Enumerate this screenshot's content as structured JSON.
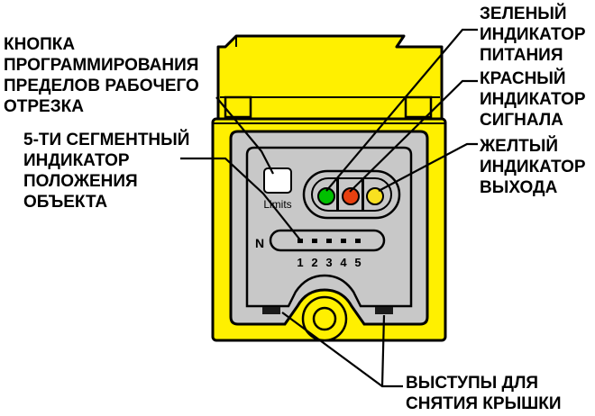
{
  "callouts": {
    "program_button": [
      "КНОПКА",
      "ПРОГРАММИРОВАНИЯ",
      "ПРЕДЕЛОВ РАБОЧЕГО",
      "ОТРЕЗКА"
    ],
    "segment_indicator": [
      "5-ТИ СЕГМЕНТНЫЙ",
      "ИНДИКАТОР",
      "ПОЛОЖЕНИЯ",
      "ОБЪЕКТА"
    ],
    "green_led": [
      "ЗЕЛЕНЫЙ",
      "ИНДИКАТОР",
      "ПИТАНИЯ"
    ],
    "red_led": [
      "КРАСНЫЙ",
      "ИНДИКАТОР",
      "СИГНАЛА"
    ],
    "yellow_led": [
      "ЖЕЛТЫЙ",
      "ИНДИКАТОР",
      "ВЫХОДА"
    ],
    "tabs": [
      "ВЫСТУПЫ ДЛЯ",
      "СНЯТИЯ КРЫШКИ"
    ]
  },
  "device": {
    "button_label": "Limits",
    "n_label": "N",
    "segment_numbers": [
      "1",
      "2",
      "3",
      "4",
      "5"
    ]
  },
  "colors": {
    "housing_yellow": "#FFF000",
    "panel_gray": "#C8C8C8",
    "outline": "#000000",
    "led_green": "#00C000",
    "led_red": "#E84010",
    "led_yellow": "#F8E020"
  }
}
